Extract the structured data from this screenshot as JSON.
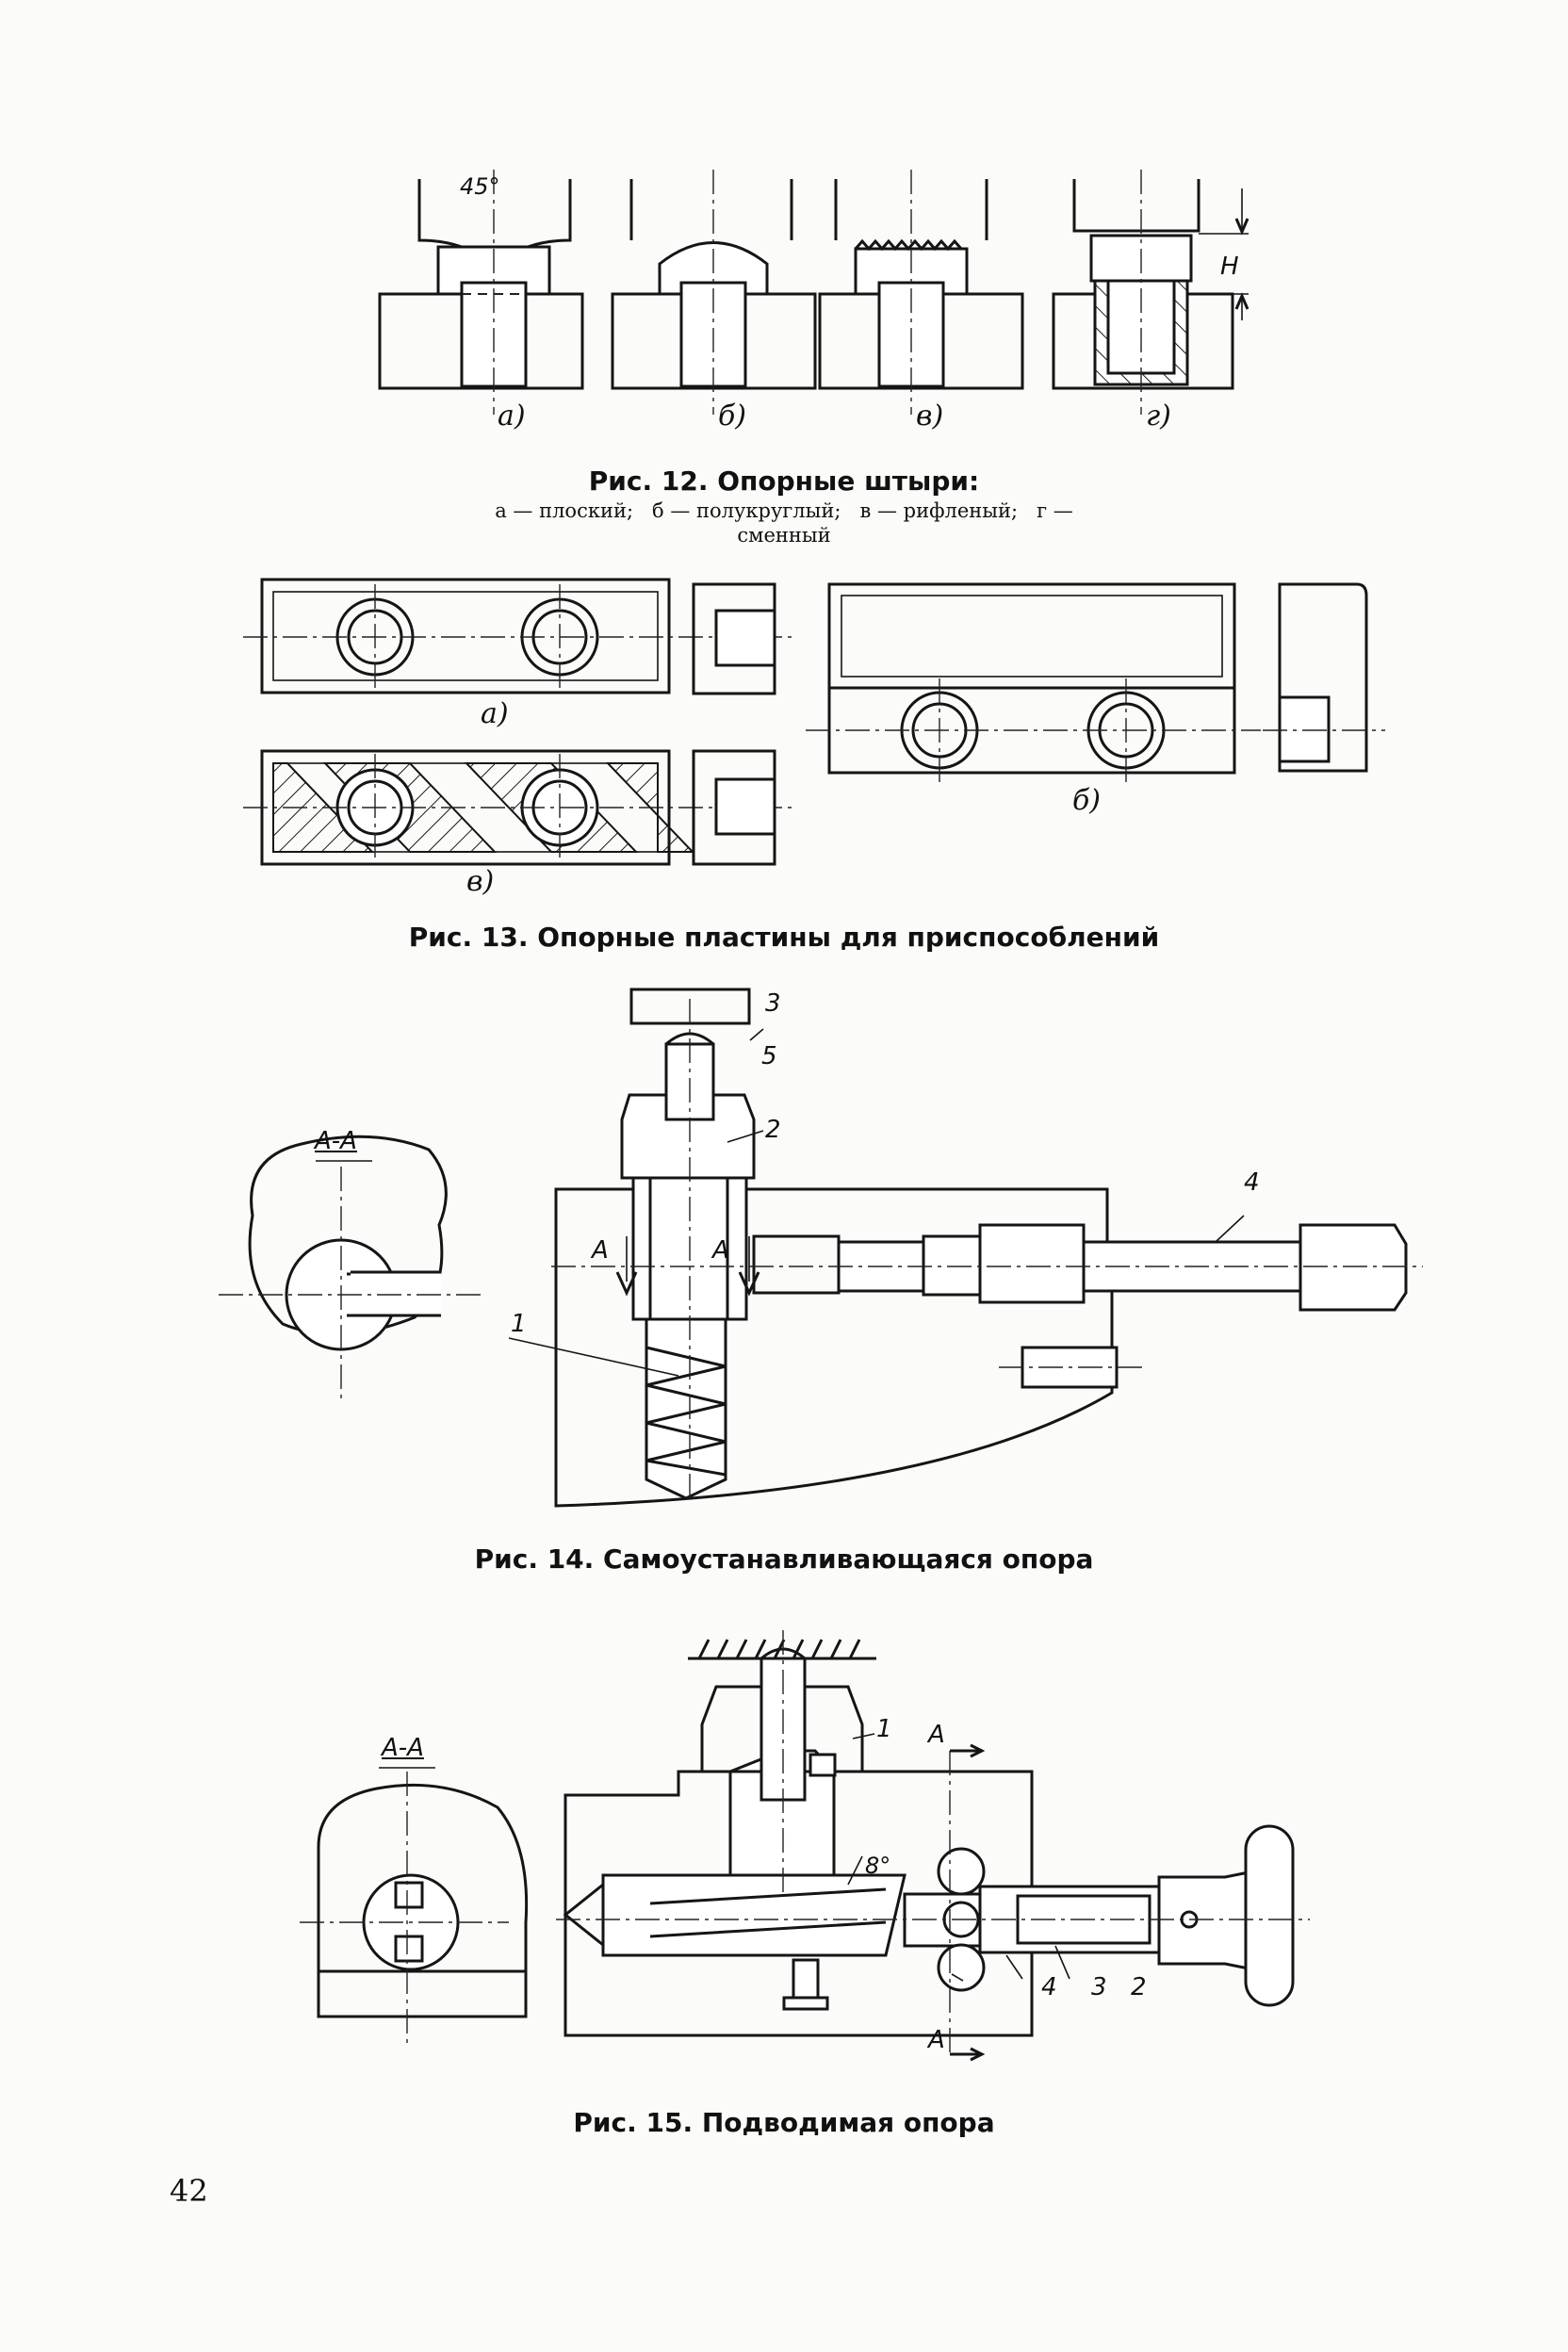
{
  "fig12": {
    "angle_label": "45°",
    "height_label": "H",
    "sub_labels": [
      "а)",
      "б)",
      "в)",
      "г)"
    ],
    "caption": "Рис. 12. Опорные штыри:",
    "legend_line1": "а — плоский;   б — полукруглый;   в — рифленый;   г —",
    "legend_line2": "сменный"
  },
  "fig13": {
    "sub_labels": [
      "а)",
      "б)",
      "в)"
    ],
    "caption": "Рис. 13. Опорные пластины для приспособлений"
  },
  "fig14": {
    "section_label": "А-А",
    "section_marks": [
      "А",
      "А"
    ],
    "part_numbers": [
      "1",
      "2",
      "3",
      "4",
      "5"
    ],
    "caption": "Рис. 14. Самоустанавливающаяся опора"
  },
  "fig15": {
    "section_label": "А-А",
    "section_marks": [
      "А",
      "А"
    ],
    "angle_label": "8°",
    "part_numbers": [
      "1",
      "2",
      "3",
      "4"
    ],
    "caption": "Рис. 15. Подводимая опора"
  },
  "page_number": "42"
}
